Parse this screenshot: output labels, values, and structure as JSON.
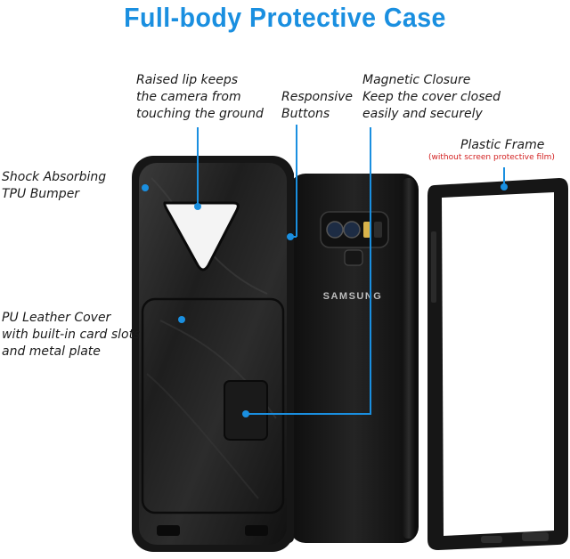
{
  "title": "Full-body Protective Case",
  "callouts": {
    "raised_lip": [
      "Raised lip keeps",
      "the camera from",
      "touching the ground"
    ],
    "responsive_buttons": [
      "Responsive",
      "Buttons"
    ],
    "magnetic_closure": [
      "Magnetic Closure",
      "Keep the cover closed",
      "easily and securely"
    ],
    "plastic_frame": "Plastic Frame",
    "plastic_frame_note": "(without screen protective film)",
    "shock_absorbing": [
      "Shock Absorbing",
      "TPU Bumper"
    ],
    "pu_leather": [
      "PU Leather Cover",
      "with built-in card slots",
      "and metal plate"
    ]
  },
  "phone_brand": "SAMSUNG",
  "colors": {
    "accent": "#1a8fe0",
    "note_red": "#d32222",
    "case_black": "#1c1c1c"
  }
}
